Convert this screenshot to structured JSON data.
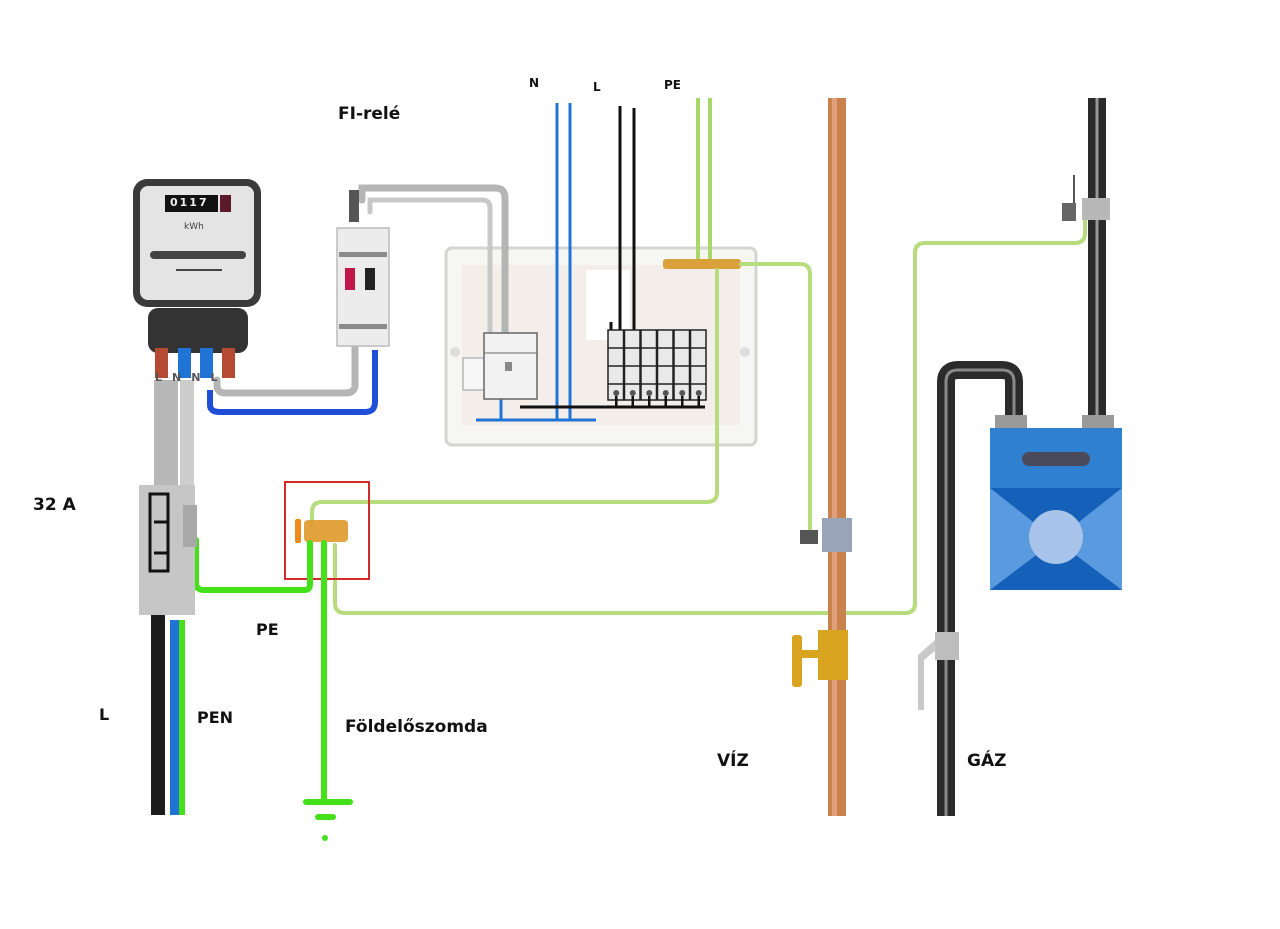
{
  "diagram": {
    "title": "Háztartási villamos bekötés és EPH földelés",
    "colors": {
      "neutral_blue": "#1f74d6",
      "phase_black": "#111111",
      "pe_green_bright": "#44e01a",
      "pe_green_light": "#a9d86a",
      "copper_pipe": "#c9814e",
      "gas_pipe": "#2b2b2b",
      "gas_meter_blue": "#2f80d0",
      "highlight_red": "#d42a2a",
      "grey_cable": "#b5b5b5",
      "brass": "#d9a520"
    },
    "labels": {
      "fi_rele": "FI-relé",
      "n": "N",
      "l_top": "L",
      "pe_top": "PE",
      "amp_rating": "32 A",
      "pe": "PE",
      "l_bottom": "L",
      "pen": "PEN",
      "ground_rod": "Földelőszomda",
      "water": "VÍZ",
      "gas": "GÁZ"
    },
    "electricity_meter": {
      "reading": "0117",
      "unit": "kWh",
      "terminals": [
        "L",
        "N",
        "N",
        "L"
      ]
    },
    "components": [
      {
        "name": "electricity-meter",
        "label": "kWh"
      },
      {
        "name": "rcd-fi-rele",
        "label": "FI-relé"
      },
      {
        "name": "distribution-board",
        "label": ""
      },
      {
        "name": "main-fuse",
        "label": "32 A"
      },
      {
        "name": "main-earthing-terminal",
        "label": ""
      },
      {
        "name": "earth-electrode",
        "label": "Földelőszomda"
      },
      {
        "name": "water-pipe",
        "label": "VÍZ"
      },
      {
        "name": "gas-pipe",
        "label": "GÁZ"
      },
      {
        "name": "gas-meter",
        "label": ""
      }
    ],
    "circuit_breaker_count": 6
  }
}
